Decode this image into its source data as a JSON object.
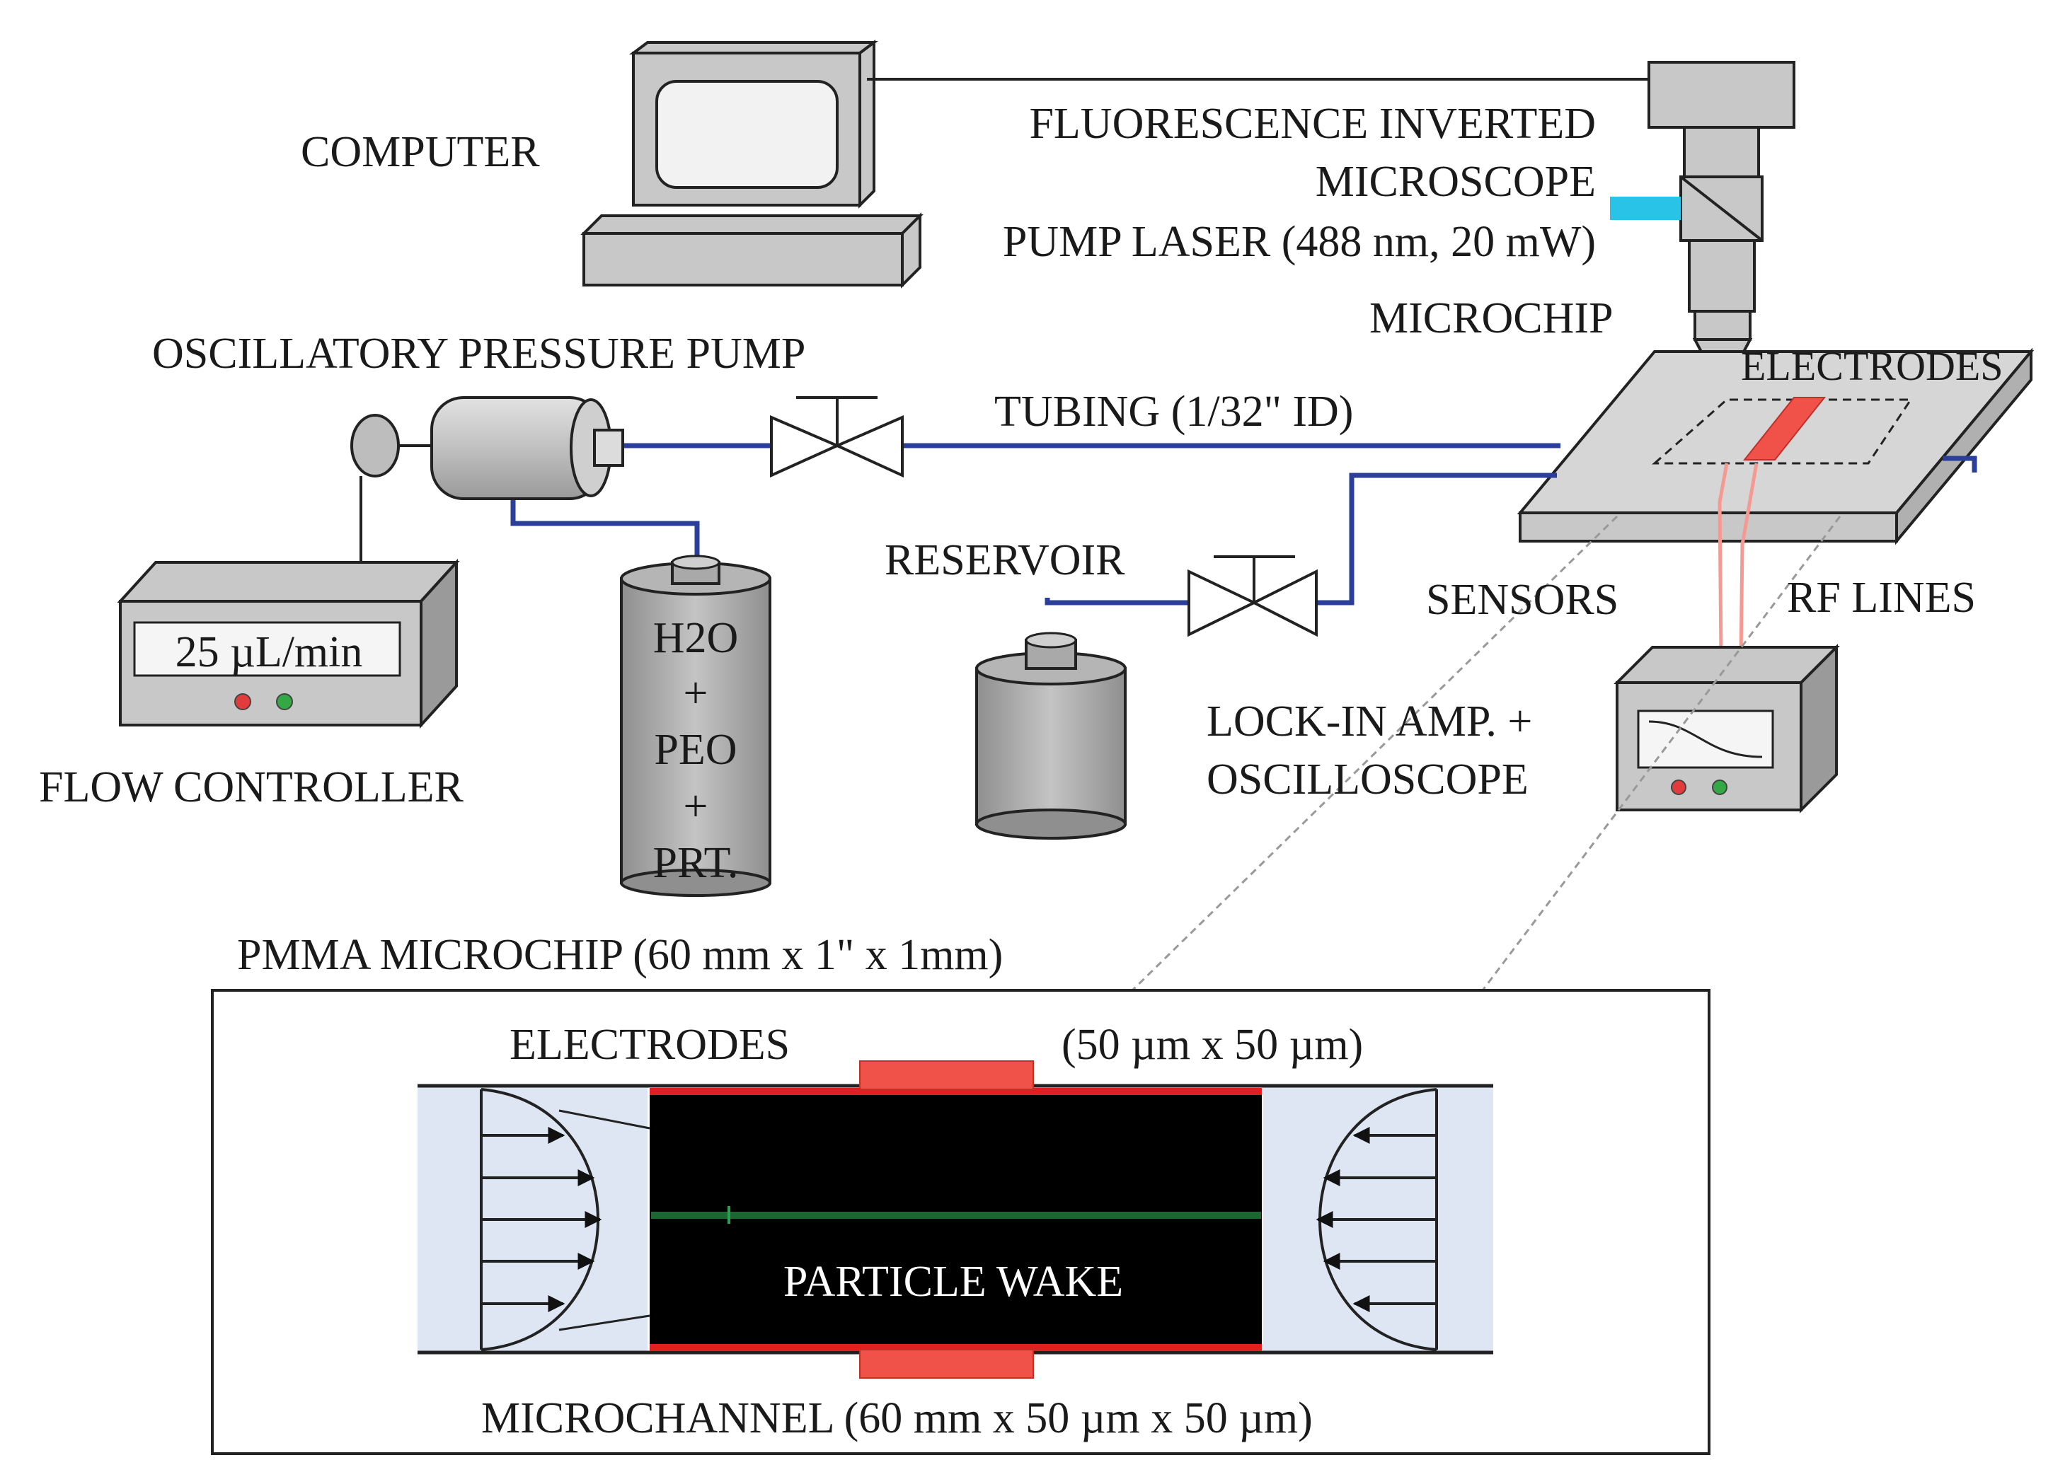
{
  "labels": {
    "computer": "COMPUTER",
    "microscope_line1": "FLUORESCENCE INVERTED",
    "microscope_line2": "MICROSCOPE",
    "pump_laser": "PUMP LASER (488 nm, 20 mW)",
    "microchip": "MICROCHIP",
    "electrodes_top": "ELECTRODES",
    "oscillatory_pump": "OSCILLATORY PRESSURE PUMP",
    "tubing": "TUBING (1/32\" ID)",
    "flow_rate": "25 µL/min",
    "flow_controller": "FLOW CONTROLLER",
    "reservoir": "RESERVOIR",
    "sensors": "SENSORS",
    "rf_lines": "RF LINES",
    "lockin_line1": "LOCK-IN AMP. +",
    "lockin_line2": "OSCILLOSCOPE",
    "bottle_lines": [
      "H2O",
      "+",
      "PEO",
      "+",
      "PRT."
    ],
    "pmma_chip": "PMMA MICROCHIP (60 mm x 1\" x 1mm)",
    "electrodes_detail": "ELECTRODES",
    "electrode_size": "(50 µm x 50 µm)",
    "particle_wake": "PARTICLE WAKE",
    "microchannel": "MICROCHANNEL (60 mm x 50 µm x 50 µm)"
  },
  "colors": {
    "tubing": "#2b3f9a",
    "laser_beam": "#29c3e8",
    "excitation_cone": "#f4ef7a",
    "electrode": "#f0524a",
    "rf_line": "#f49a92",
    "channel": "#000000",
    "particle_trace": "#1f7a3a",
    "flow_region": "#dde6f2",
    "led_red": "#e23b3b",
    "led_green": "#33a845"
  }
}
